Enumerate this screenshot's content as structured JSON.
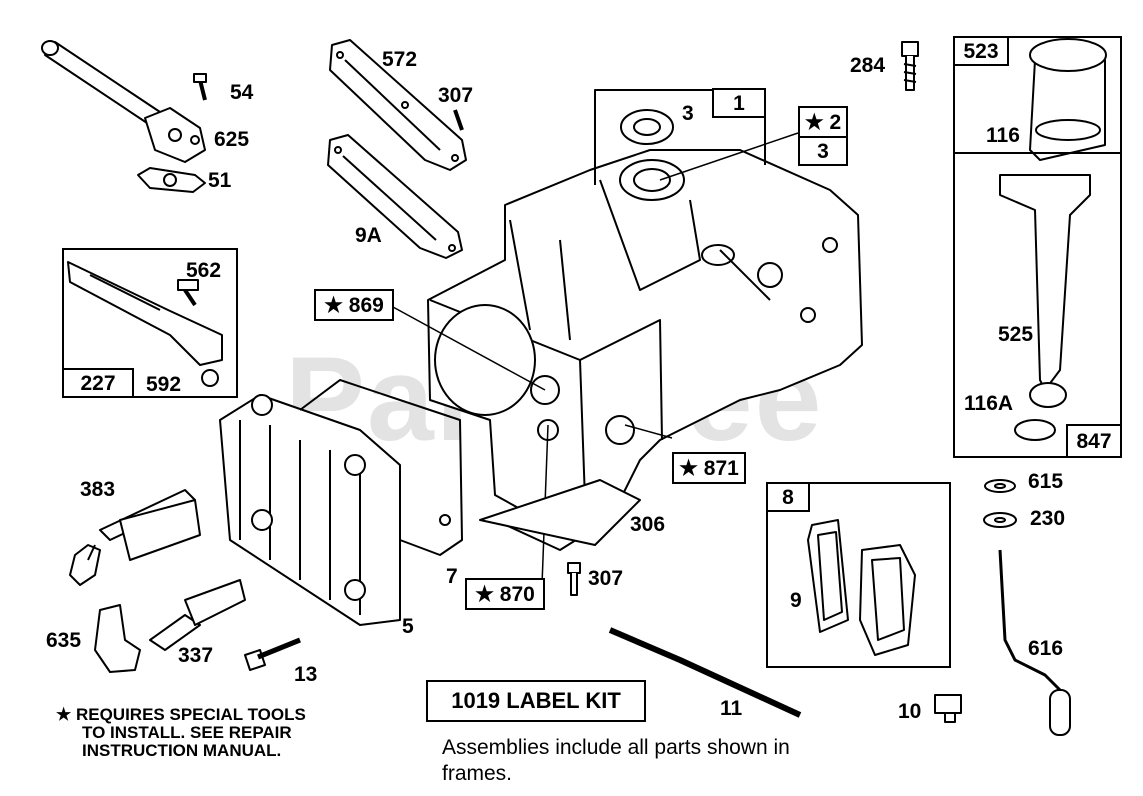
{
  "watermark": "Partstree",
  "parts": {
    "p54": "54",
    "p625": "625",
    "p51": "51",
    "p572": "572",
    "p307a": "307",
    "p9a": "9A",
    "p3a": "3",
    "p1": "1",
    "p2": "★ 2",
    "p3b": "3",
    "p284": "284",
    "p523": "523",
    "p116": "116",
    "p525": "525",
    "p116a": "116A",
    "p847": "847",
    "p562": "562",
    "p227": "227",
    "p592": "592",
    "p869": "★ 869",
    "p871": "★ 871",
    "p870": "★ 870",
    "p383": "383",
    "p306": "306",
    "p7": "7",
    "p307b": "307",
    "p8": "8",
    "p9": "9",
    "p615": "615",
    "p230": "230",
    "p616": "616",
    "p635": "635",
    "p337": "337",
    "p5": "5",
    "p13": "13",
    "p11": "11",
    "p10": "10"
  },
  "label_kit": "1019 LABEL KIT",
  "note_lines": [
    "★ REQUIRES SPECIAL TOOLS",
    "TO INSTALL.  SEE REPAIR",
    "INSTRUCTION MANUAL."
  ],
  "assemblies_lines": [
    "Assemblies include all parts shown in",
    "frames."
  ]
}
